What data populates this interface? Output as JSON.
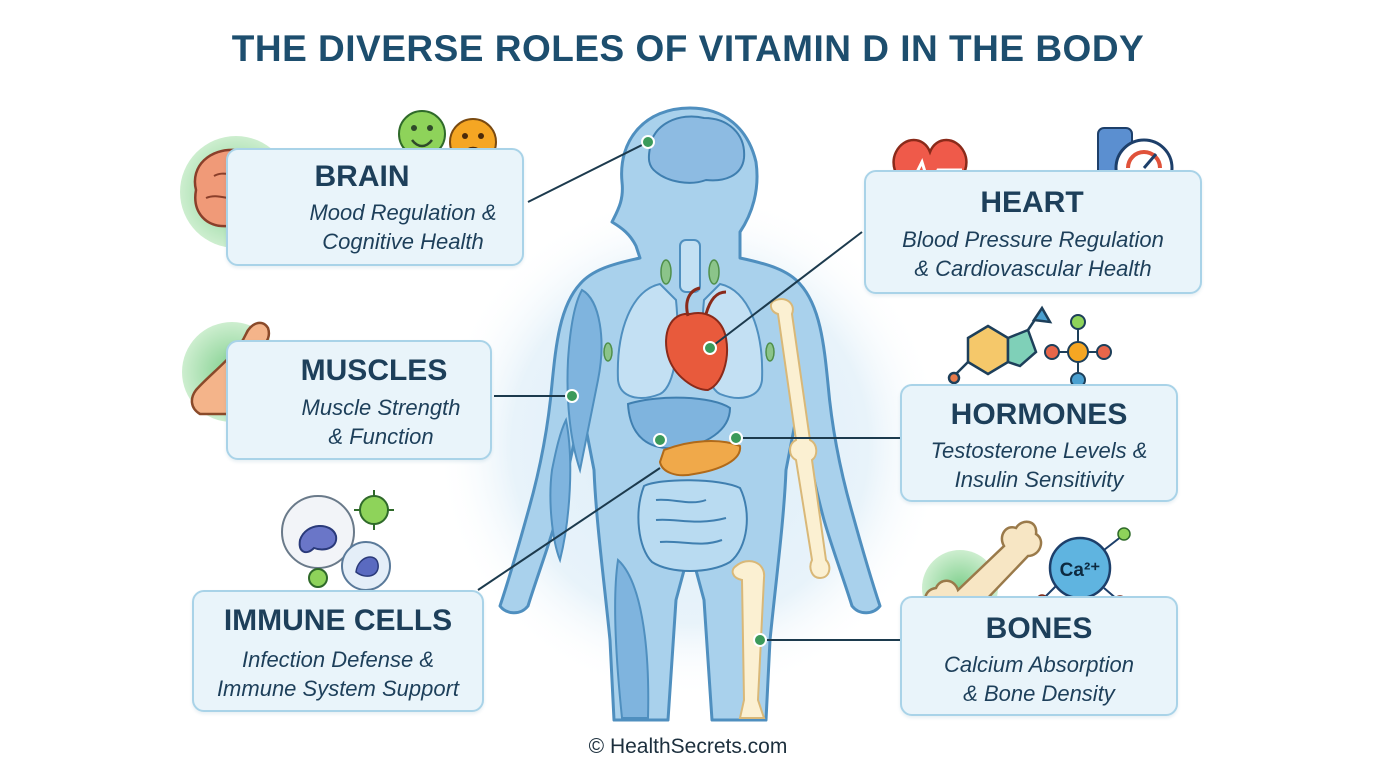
{
  "title": "THE DIVERSE ROLES OF VITAMIN D IN THE BODY",
  "footer": "© HealthSecrets.com",
  "icon_label_calcium": "Ca²⁺",
  "cards": {
    "brain": {
      "title": "BRAIN",
      "desc_line1": "Mood Regulation &",
      "desc_line2": "Cognitive Health"
    },
    "heart": {
      "title": "HEART",
      "desc_line1": "Blood Pressure Regulation",
      "desc_line2": "& Cardiovascular Health"
    },
    "muscles": {
      "title": "MUSCLES",
      "desc_line1": "Muscle Strength",
      "desc_line2": "& Function"
    },
    "hormones": {
      "title": "HORMONES",
      "desc_line1": "Testosterone Levels &",
      "desc_line2": "Insulin Sensitivity"
    },
    "immune": {
      "title": "IMMUNE CELLS",
      "desc_line1": "Infection Defense &",
      "desc_line2": "Immune System Support"
    },
    "bones": {
      "title": "BONES",
      "desc_line1": "Calcium Absorption",
      "desc_line2": "& Bone Density"
    }
  },
  "colors": {
    "title": "#1d4e6e",
    "card_bg": "#e9f4fa",
    "card_border": "#a9d3e8",
    "body_fill": "#a9d1ec",
    "connector": "#1c3a4d",
    "connector_dot": "#3b9a5a"
  }
}
